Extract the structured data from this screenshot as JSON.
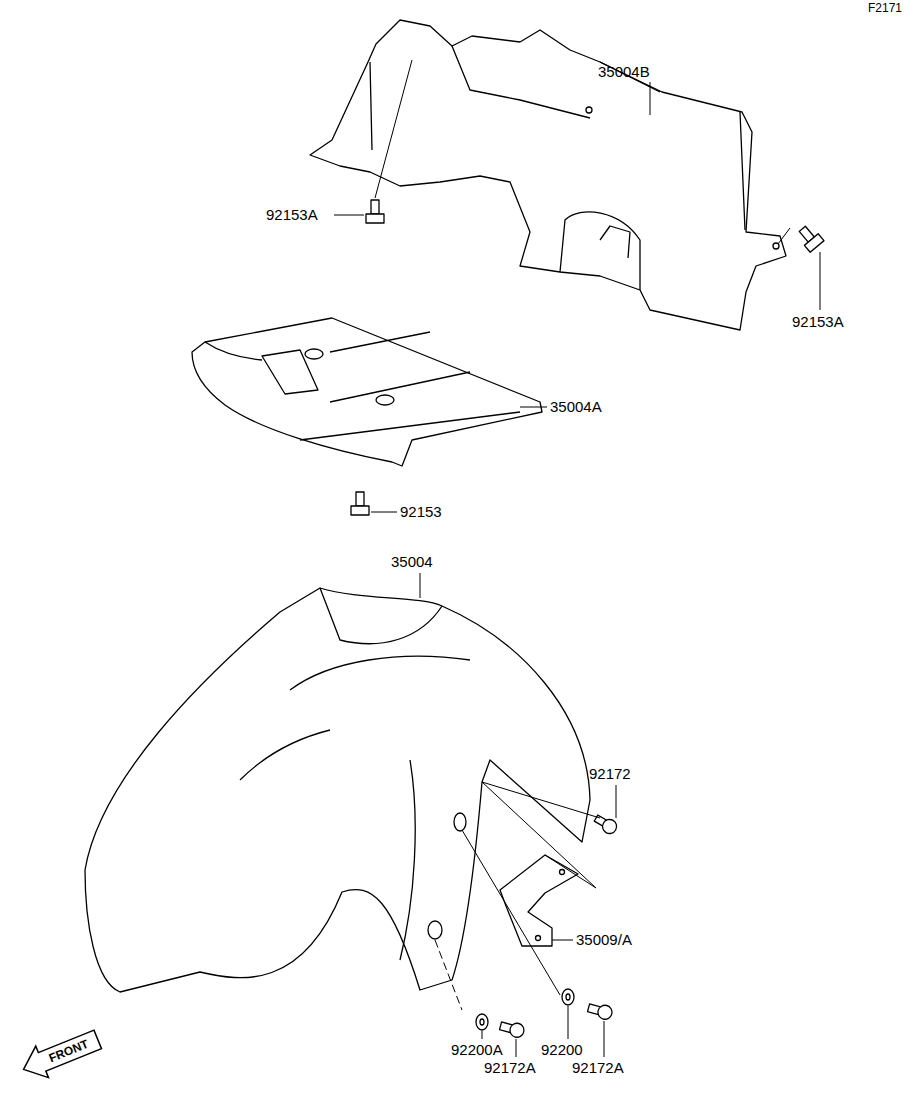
{
  "diagram": {
    "labels": [
      "F2171",
      "35004B",
      "92153A",
      "92153A",
      "35004A",
      "92153",
      "35004",
      "92172",
      "35009/A",
      "92200A",
      "92172A",
      "92200",
      "92172A",
      "FRONT"
    ]
  }
}
